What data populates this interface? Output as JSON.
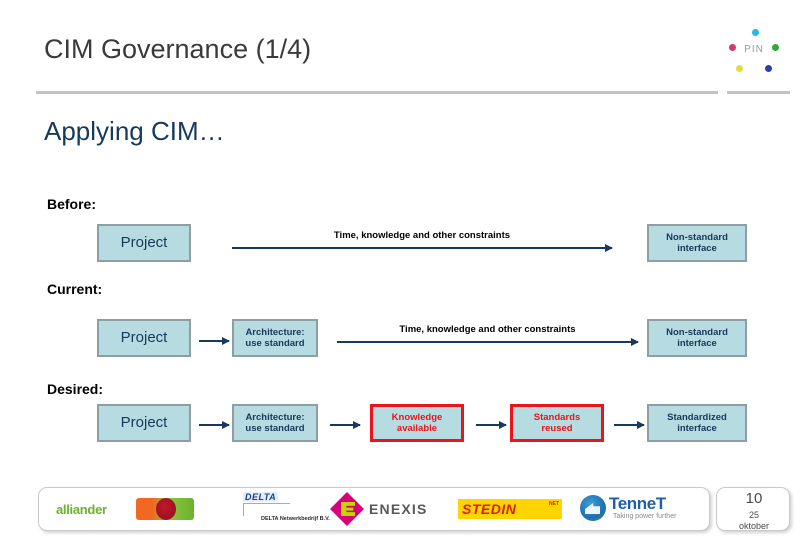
{
  "header": {
    "title": "CIM Governance (1/4)",
    "logo": {
      "name": "PIN",
      "dots": [
        "cyan",
        "green",
        "blue",
        "yellow",
        "magenta"
      ]
    }
  },
  "subtitle": "Applying CIM…",
  "sections": [
    {
      "id": "before",
      "label": "Before:",
      "boxes": [
        {
          "name": "project",
          "text": "Project",
          "style": "standard"
        },
        {
          "name": "non-standard-interface",
          "text": "Non-standard\ninterface",
          "style": "standard"
        }
      ],
      "arrow_label": "Time, knowledge and other constraints"
    },
    {
      "id": "current",
      "label": "Current:",
      "boxes": [
        {
          "name": "project",
          "text": "Project",
          "style": "standard"
        },
        {
          "name": "architecture-use-standard",
          "text": "Architecture:\nuse standard",
          "style": "standard"
        },
        {
          "name": "non-standard-interface",
          "text": "Non-standard\ninterface",
          "style": "standard"
        }
      ],
      "arrow_label": "Time, knowledge and other constraints"
    },
    {
      "id": "desired",
      "label": "Desired:",
      "boxes": [
        {
          "name": "project",
          "text": "Project",
          "style": "standard"
        },
        {
          "name": "architecture-use-standard",
          "text": "Architecture:\nuse standard",
          "style": "standard"
        },
        {
          "name": "knowledge-available",
          "text": "Knowledge\navailable",
          "style": "highlight"
        },
        {
          "name": "standards-reused",
          "text": "Standards\nreused",
          "style": "highlight"
        },
        {
          "name": "standardized-interface",
          "text": "Standardized\ninterface",
          "style": "standard"
        }
      ],
      "arrow_label": ""
    }
  ],
  "boxes": {
    "project": "Project",
    "architecture_line1": "Architecture:",
    "architecture_line2": "use standard",
    "non_standard_line1": "Non-standard",
    "non_standard_line2": "interface",
    "knowledge_line1": "Knowledge",
    "knowledge_line2": "available",
    "standards_line1": "Standards",
    "standards_line2": "reused",
    "standardized_line1": "Standardized",
    "standardized_line2": "interface"
  },
  "arrow_labels": {
    "before": "Time, knowledge and other constraints",
    "current": "Time, knowledge and other constraints"
  },
  "footer": {
    "logos": [
      {
        "name": "alliander",
        "text": "alliander"
      },
      {
        "name": "delta",
        "text": "DELTA",
        "sub": "DELTA\nNetwerkbedrijf B.V."
      },
      {
        "name": "enexis",
        "text": "ENEXIS"
      },
      {
        "name": "stedin",
        "text": "STEDIN",
        "suffix": "NET"
      },
      {
        "name": "tennet",
        "text": "TenneT",
        "tagline": "Taking power further"
      }
    ],
    "page_number": "10",
    "date_day": "25",
    "date_month": "oktober"
  },
  "colors": {
    "box_fill": "#b6dce1",
    "box_border": "#8e9fa3",
    "box_text": "#16395c",
    "highlight": "#e8151d",
    "subtitle": "#16395c",
    "title": "#3a3a3a",
    "rule": "#c2c2c2"
  }
}
